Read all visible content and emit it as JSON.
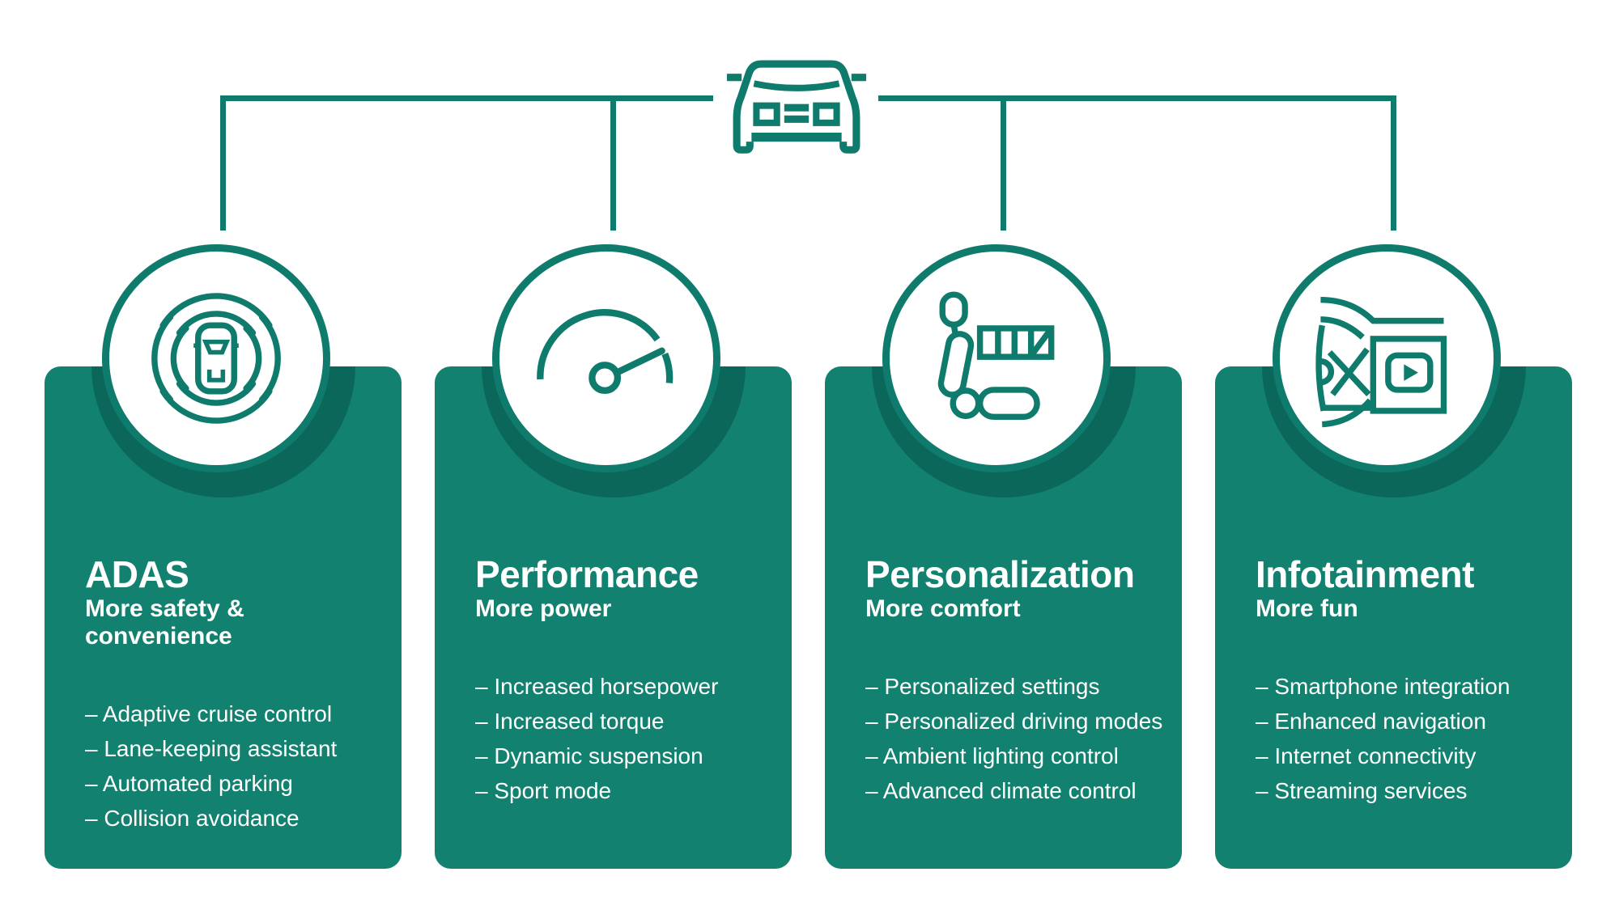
{
  "colors": {
    "teal": "#0F7B6C",
    "card": "#12816F",
    "halo": "#0A6759",
    "text": "#FFFFFF"
  },
  "icons": {
    "root": "car-front-icon",
    "cards": [
      "radar-car-icon",
      "speedometer-icon",
      "car-seat-icon",
      "infotainment-screen-icon"
    ]
  },
  "cards": [
    {
      "title": "ADAS",
      "subtitle": "More safety & convenience",
      "items": [
        "– Adaptive cruise control",
        "– Lane-keeping assistant",
        "– Automated parking",
        "– Collision avoidance"
      ]
    },
    {
      "title": "Performance",
      "subtitle": "More power",
      "items": [
        "– Increased horsepower",
        "– Increased torque",
        "– Dynamic suspension",
        "– Sport mode"
      ]
    },
    {
      "title": "Personalization",
      "subtitle": "More comfort",
      "items": [
        "– Personalized settings",
        "– Personalized driving modes",
        "– Ambient lighting control",
        "– Advanced climate control"
      ]
    },
    {
      "title": "Infotainment",
      "subtitle": "More fun",
      "items": [
        "– Smartphone integration",
        "– Enhanced navigation",
        "– Internet connectivity",
        "– Streaming services"
      ]
    }
  ]
}
